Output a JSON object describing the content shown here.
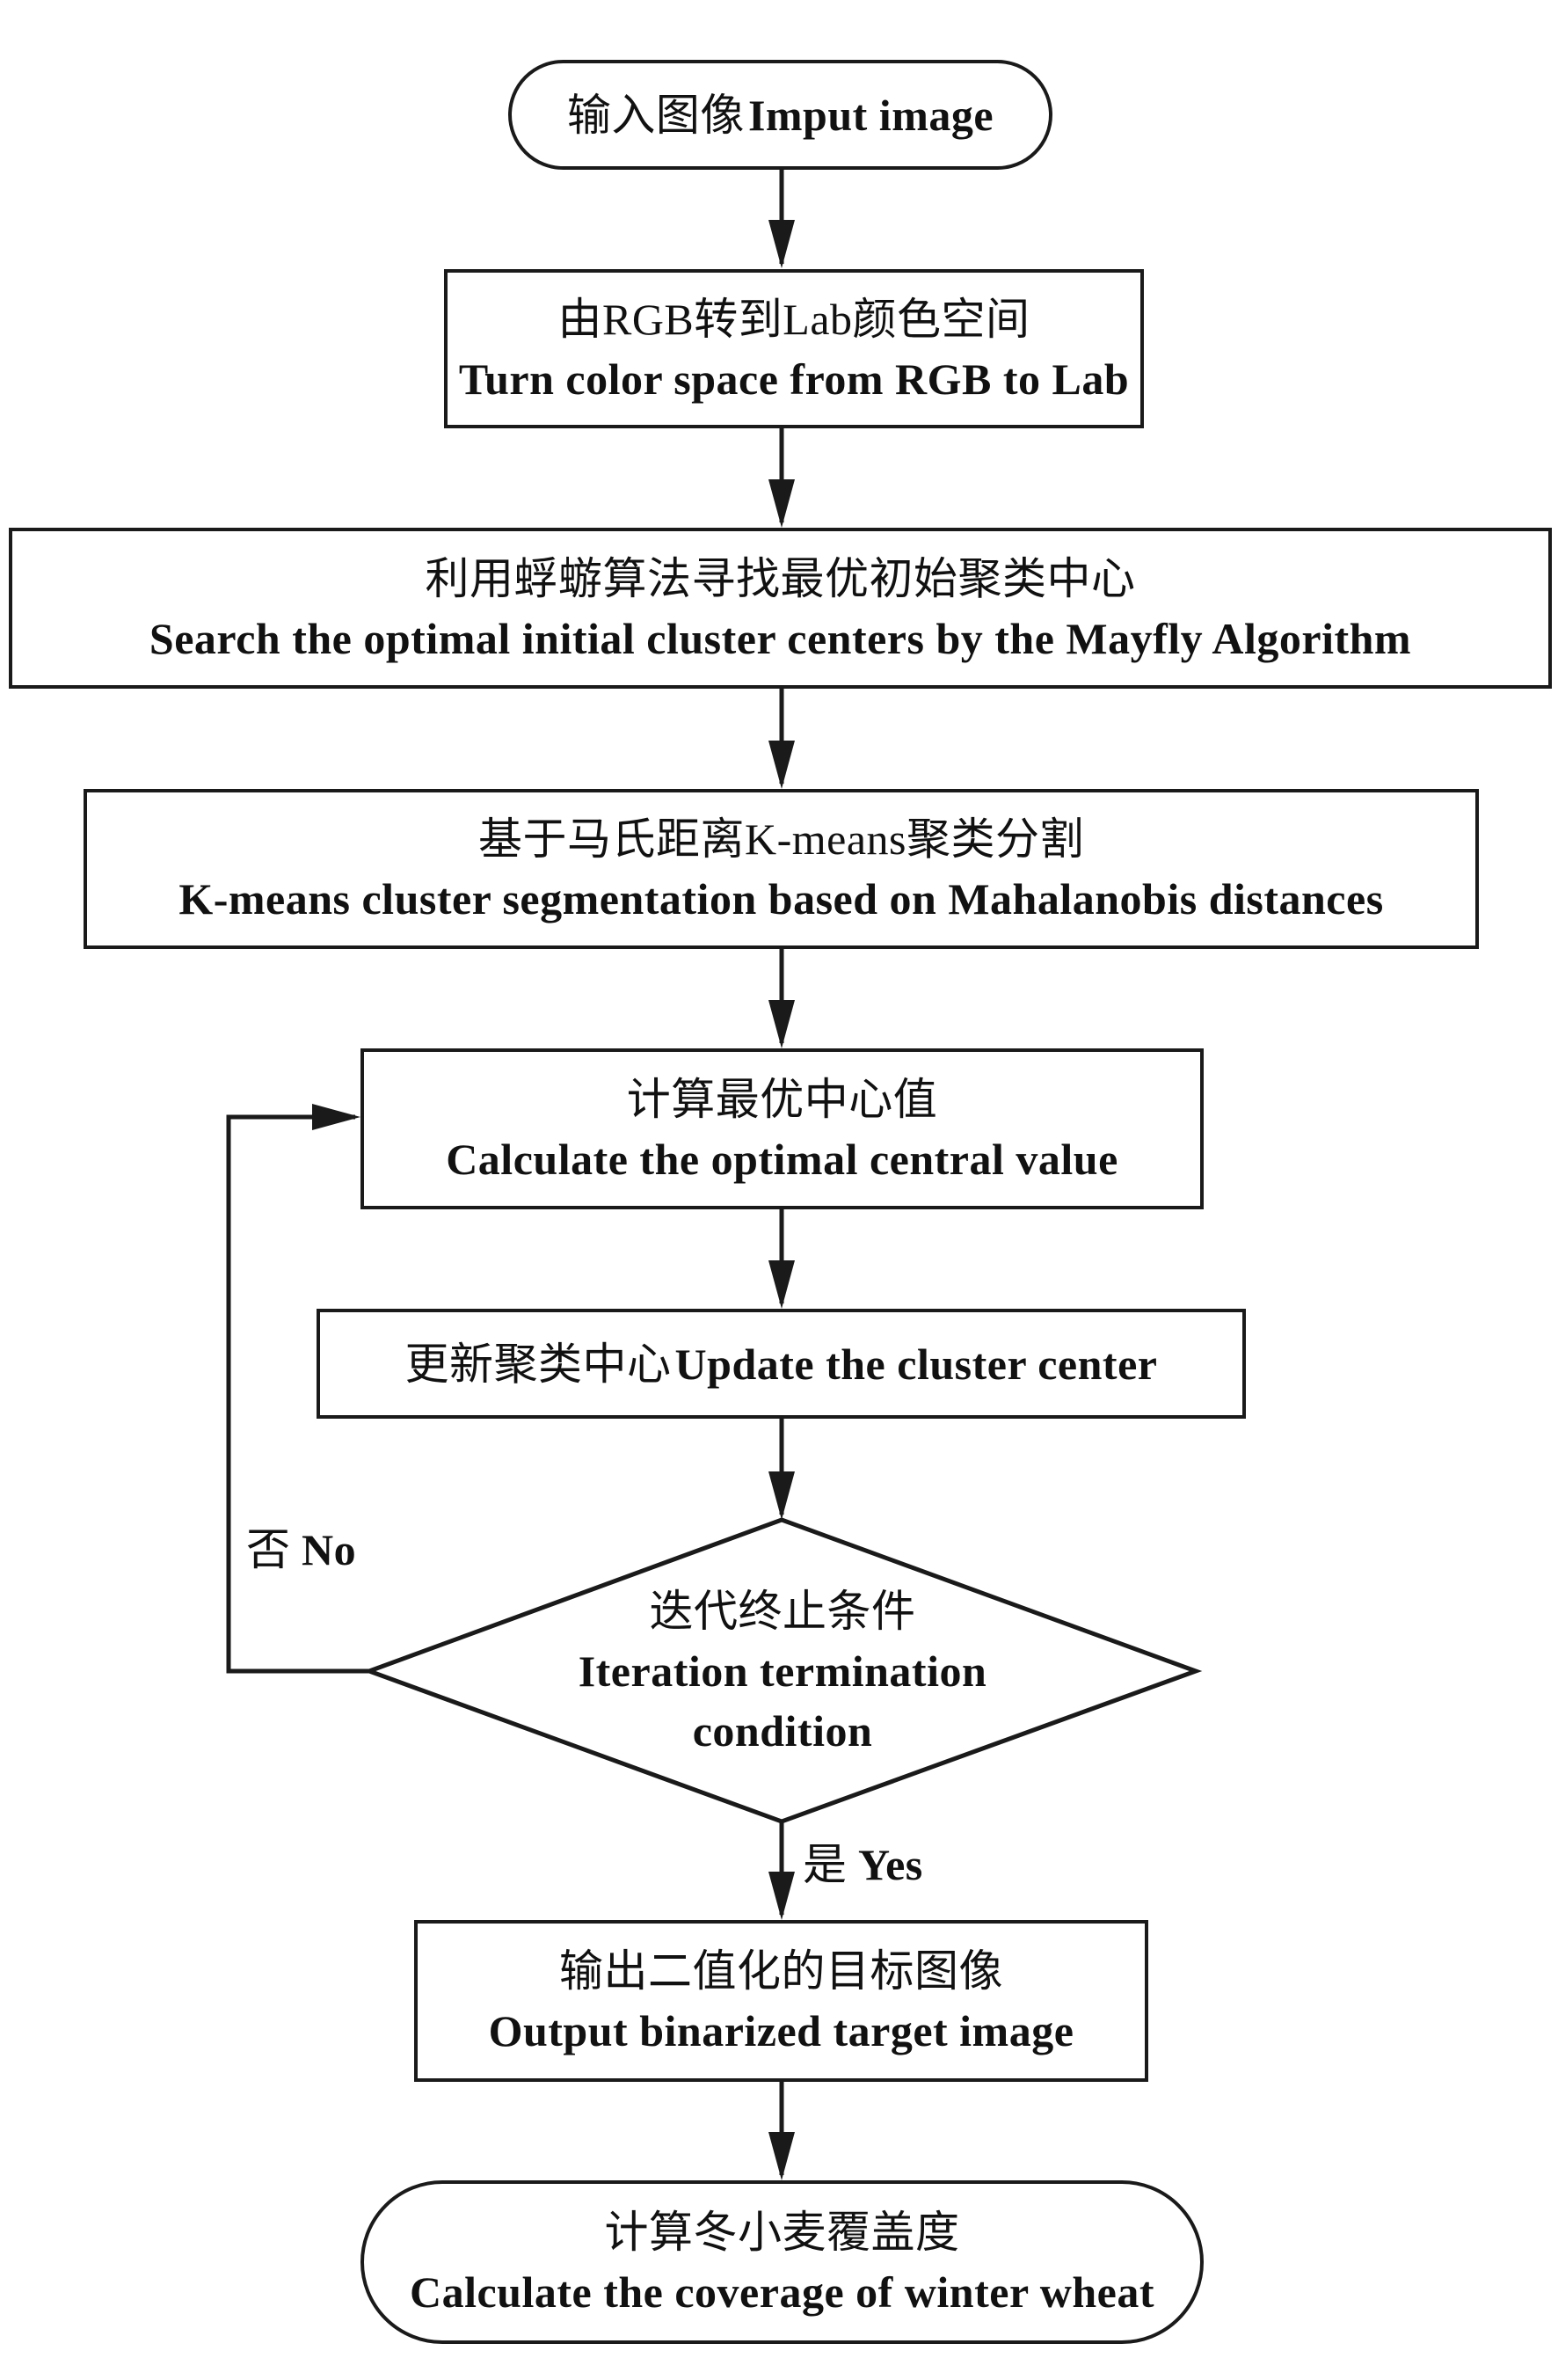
{
  "nodes": {
    "start": {
      "zh": "输入图像",
      "en": "Imput image"
    },
    "convert": {
      "zh": "由RGB转到Lab颜色空间",
      "en": "Turn color space from RGB to Lab"
    },
    "mayfly": {
      "zh": "利用蜉蝣算法寻找最优初始聚类中心",
      "en": "Search the optimal initial cluster centers by the Mayfly Algorithm"
    },
    "kmeans": {
      "zh": "基于马氏距离K-means聚类分割",
      "en": "K-means cluster segmentation based on Mahalanobis distances"
    },
    "compute_center": {
      "zh": "计算最优中心值",
      "en": "Calculate the optimal central value"
    },
    "update_center": {
      "zh": "更新聚类中心",
      "en": "Update the cluster center"
    },
    "decision": {
      "zh": "迭代终止条件",
      "en_line1": "Iteration termination",
      "en_line2": "condition"
    },
    "output": {
      "zh": "输出二值化的目标图像",
      "en": "Output binarized target image"
    },
    "end": {
      "zh": "计算冬小麦覆盖度",
      "en": "Calculate the coverage of winter wheat"
    }
  },
  "edges": {
    "no_label": {
      "zh": "否",
      "en": "No"
    },
    "yes_label": {
      "zh": "是",
      "en": "Yes"
    }
  },
  "colors": {
    "stroke": "#1a1a1a",
    "background": "#ffffff"
  }
}
